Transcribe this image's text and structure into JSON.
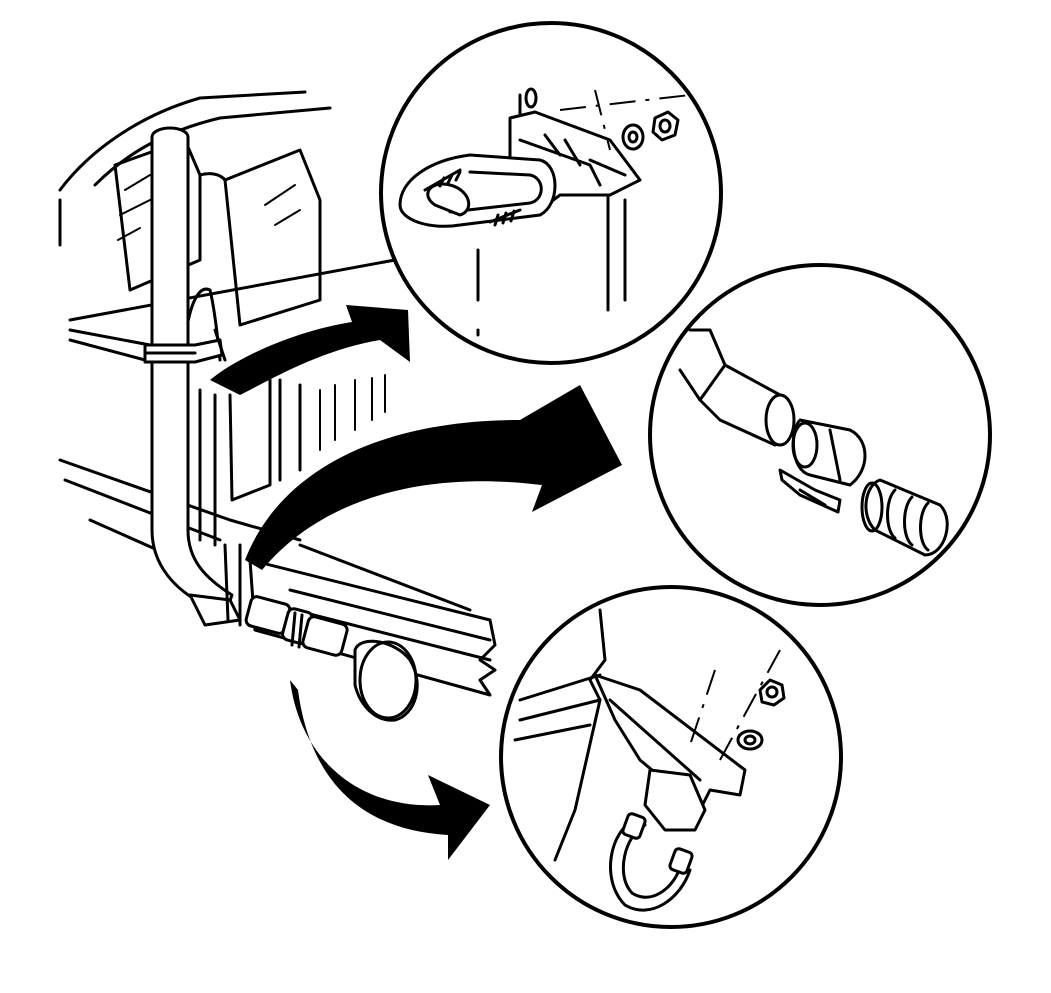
{
  "figure": {
    "subject": "exhaust-tailpipe-installation-illustration",
    "detail_views": [
      {
        "id": "upper-clamp-detail",
        "icon": "u-bolt-clamp-bracket-icon"
      },
      {
        "id": "pipe-joint-detail",
        "icon": "pipe-coupling-icon"
      },
      {
        "id": "lower-hanger-detail",
        "icon": "u-bolt-hanger-icon"
      }
    ],
    "colors": {
      "ink": "#000000",
      "paper": "#ffffff"
    }
  }
}
